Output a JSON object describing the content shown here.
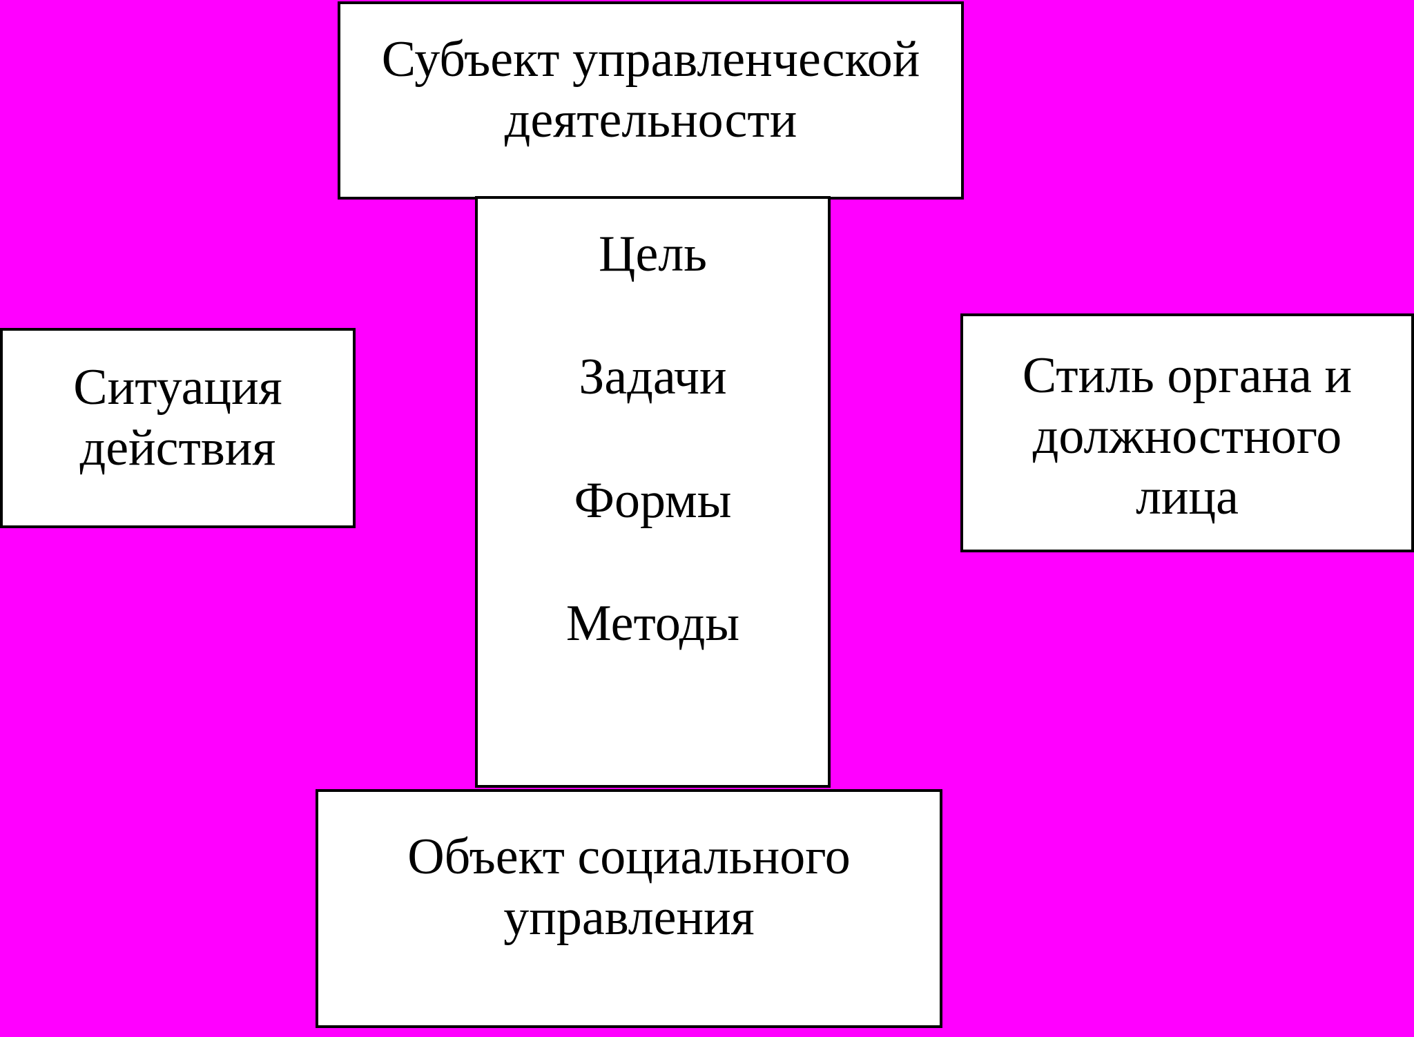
{
  "colors": {
    "background": "#ff00ff",
    "box_fill": "#ffffff",
    "border": "#000000",
    "text": "#000000"
  },
  "subject": {
    "lines": [
      "Субъект управленческой",
      "деятельности"
    ]
  },
  "stem": {
    "items": [
      "Цель",
      "Задачи",
      "Формы",
      "Методы"
    ]
  },
  "object": {
    "lines": [
      "Объект социального",
      "управления"
    ]
  },
  "situation": {
    "lines": [
      "Ситуация",
      "действия"
    ]
  },
  "style": {
    "lines": [
      "Стиль органа и",
      "должностного",
      "лица"
    ]
  }
}
